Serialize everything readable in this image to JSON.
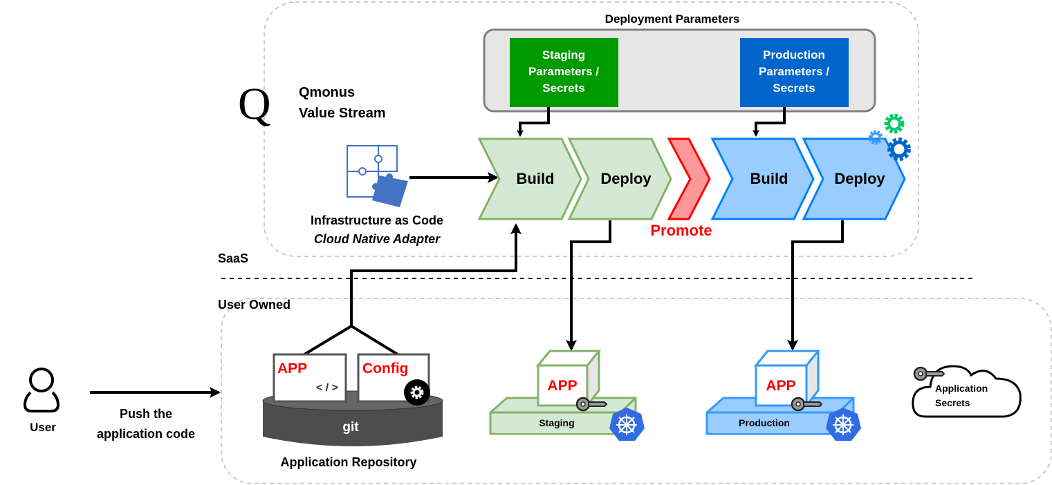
{
  "zones": {
    "saas_label": "SaaS",
    "user_owned_label": "User Owned"
  },
  "brand": {
    "logo_letter": "Q",
    "name_line1": "Qmonus",
    "name_line2": "Value Stream"
  },
  "deployment_parameters": {
    "title": "Deployment Parameters",
    "staging": {
      "line1": "Staging",
      "line2": "Parameters /",
      "line3": "Secrets",
      "color": "#009900"
    },
    "production": {
      "line1": "Production",
      "line2": "Parameters /",
      "line3": "Secrets",
      "color": "#0066CC"
    }
  },
  "iac": {
    "line1": "Infrastructure as Code",
    "line2": "Cloud Native Adapter",
    "icon": "puzzle-icon",
    "color": "#4472C4"
  },
  "pipeline": {
    "staging_build": "Build",
    "staging_deploy": "Deploy",
    "promote": "Promote",
    "production_build": "Build",
    "production_deploy": "Deploy",
    "colors": {
      "staging_fill": "#D5E8D4",
      "staging_stroke": "#82B366",
      "promote_fill": "#FF9999",
      "promote_stroke": "#FF0000",
      "production_fill": "#99CCFF",
      "production_stroke": "#007FFF"
    }
  },
  "user": {
    "label": "User",
    "action_line1": "Push the",
    "action_line2": "application code"
  },
  "repository": {
    "app_label": "APP",
    "app_code": "< / >",
    "config_label": "Config",
    "git_label": "git",
    "title": "Application Repository"
  },
  "staging_env": {
    "app_label": "APP",
    "platform_label": "Staging"
  },
  "production_env": {
    "app_label": "APP",
    "platform_label": "Production"
  },
  "secrets_store": {
    "line1": "Application",
    "line2": "Secrets"
  }
}
